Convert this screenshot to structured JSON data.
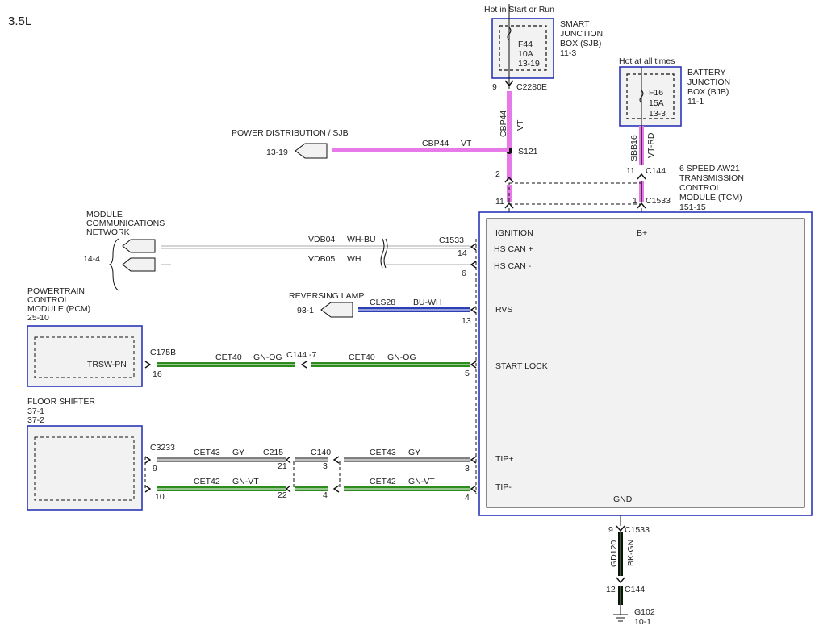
{
  "engine": "3.5L",
  "sjb": {
    "supply": "Hot in Start or Run",
    "name_lines": [
      "SMART",
      "JUNCTION",
      "BOX (SJB)",
      "11-3"
    ],
    "fuse": {
      "id": "F44",
      "rating": "10A",
      "ref": "13-19"
    },
    "connector": "C2280E",
    "pin": "9"
  },
  "bjb": {
    "supply": "Hot at all times",
    "name_lines": [
      "BATTERY",
      "JUNCTION",
      "BOX (BJB)",
      "11-1"
    ],
    "fuse": {
      "id": "F16",
      "rating": "15A",
      "ref": "13-3"
    }
  },
  "circuits": {
    "cbp44": {
      "id": "CBP44",
      "color": "VT"
    },
    "sbb16": {
      "id": "SBB16",
      "color": "VT-RD"
    },
    "vdb04": {
      "id": "VDB04",
      "color": "WH-BU"
    },
    "vdb05": {
      "id": "VDB05",
      "color": "WH"
    },
    "cls28": {
      "id": "CLS28",
      "color": "BU-WH"
    },
    "cet40": {
      "id": "CET40",
      "color": "GN-OG"
    },
    "cet43": {
      "id": "CET43",
      "color": "GY"
    },
    "cet42": {
      "id": "CET42",
      "color": "GN-VT"
    },
    "gd120": {
      "id": "GD120",
      "color": "BK-GN"
    }
  },
  "splice": "S121",
  "power_distribution": {
    "label": "POWER DISTRIBUTION / SJB",
    "ref": "13-19"
  },
  "c144": {
    "name": "C144",
    "pin_ign": "2",
    "pin_bplus": "11",
    "pin_start": "-7",
    "pin_gnd": "12"
  },
  "c1533": {
    "name": "C1533",
    "ign": "11",
    "bplus": "1",
    "hs_can_p": "14",
    "hs_can_n": "6",
    "rvs": "13",
    "start": "5",
    "tip_p": "3",
    "tip_n": "4",
    "gnd": "9"
  },
  "tcm": {
    "name_lines": [
      "6 SPEED AW21",
      "TRANSMISSION",
      "CONTROL",
      "MODULE (TCM)",
      "151-15"
    ],
    "pins": {
      "ignition": "IGNITION",
      "bplus": "B+",
      "hs_can_p": "HS CAN +",
      "hs_can_n": "HS CAN -",
      "rvs": "RVS",
      "start_lock": "START LOCK",
      "tip_p": "TIP+",
      "tip_n": "TIP-",
      "gnd": "GND"
    }
  },
  "module_network": {
    "name_lines": [
      "MODULE",
      "COMMUNICATIONS",
      "NETWORK"
    ],
    "ref": "14-4"
  },
  "reversing_lamp": {
    "label": "REVERSING LAMP",
    "ref": "93-1"
  },
  "pcm": {
    "name_lines": [
      "POWERTRAIN",
      "CONTROL",
      "MODULE (PCM)",
      "25-10"
    ],
    "pin_label": "TRSW-PN",
    "connector": "C175B",
    "pin": "16"
  },
  "floor_shifter": {
    "name_lines": [
      "FLOOR SHIFTER",
      "37-1",
      "37-2"
    ],
    "connector": "C3233",
    "pin_tip_p": "9",
    "pin_tip_n": "10"
  },
  "c215": {
    "name": "C215",
    "pin_tip_p": "21",
    "pin_tip_n": "22"
  },
  "c140": {
    "name": "C140",
    "pin_tip_p": "3",
    "pin_tip_n": "4"
  },
  "ground": {
    "name": "G102",
    "ref": "10-1"
  },
  "colors": {
    "violet": "#e879e8",
    "green": "#2e8b1e",
    "gray": "#808080",
    "blue": "#2a3fb5",
    "black": "#111111",
    "box": "#2b35b8"
  }
}
